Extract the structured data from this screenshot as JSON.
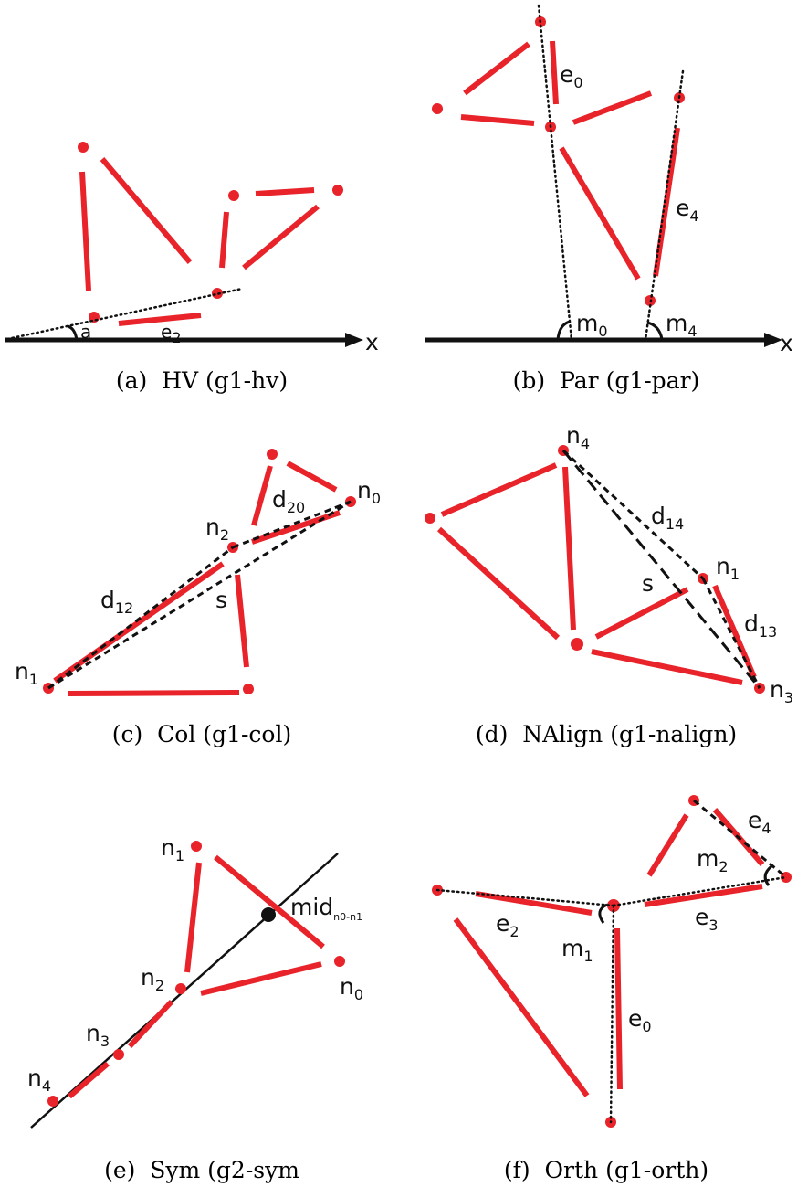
{
  "panels": {
    "a": {
      "caption": "(a)  HV (g1-hv)",
      "axis_label": "x",
      "angle_label": "a",
      "edge_label": "e",
      "edge_sub": "2"
    },
    "b": {
      "caption": "(b)  Par (g1-par)",
      "axis_label": "x",
      "labels": [
        {
          "main": "e",
          "sub": "0"
        },
        {
          "main": "e",
          "sub": "4"
        },
        {
          "main": "m",
          "sub": "0"
        },
        {
          "main": "m",
          "sub": "4"
        }
      ]
    },
    "c": {
      "caption": "(c)  Col (g1-col)",
      "labels": [
        {
          "main": "n",
          "sub": "0"
        },
        {
          "main": "n",
          "sub": "1"
        },
        {
          "main": "n",
          "sub": "2"
        },
        {
          "main": "d",
          "sub": "20"
        },
        {
          "main": "d",
          "sub": "12"
        },
        {
          "main": "s",
          "sub": ""
        }
      ]
    },
    "d": {
      "caption": "(d)  NAlign (g1-nalign)",
      "labels": [
        {
          "main": "n",
          "sub": "4"
        },
        {
          "main": "d",
          "sub": "14"
        },
        {
          "main": "n",
          "sub": "1"
        },
        {
          "main": "s",
          "sub": ""
        },
        {
          "main": "d",
          "sub": "13"
        },
        {
          "main": "n",
          "sub": "3"
        }
      ]
    },
    "e": {
      "caption": "(e)  Sym (g2-sym",
      "labels": [
        {
          "main": "n",
          "sub": "1"
        },
        {
          "main": "mid",
          "sub": "n0-n1"
        },
        {
          "main": "n",
          "sub": "0"
        },
        {
          "main": "n",
          "sub": "2"
        },
        {
          "main": "n",
          "sub": "3"
        },
        {
          "main": "n",
          "sub": "4"
        }
      ]
    },
    "f": {
      "caption": "(f)  Orth (g1-orth)",
      "labels": [
        {
          "main": "e",
          "sub": "4"
        },
        {
          "main": "m",
          "sub": "2"
        },
        {
          "main": "e",
          "sub": "2"
        },
        {
          "main": "m",
          "sub": "1"
        },
        {
          "main": "e",
          "sub": "3"
        },
        {
          "main": "e",
          "sub": "0"
        }
      ]
    }
  },
  "colors": {
    "edge": "#e8232a",
    "guide": "#111111",
    "background": "#ffffff"
  }
}
